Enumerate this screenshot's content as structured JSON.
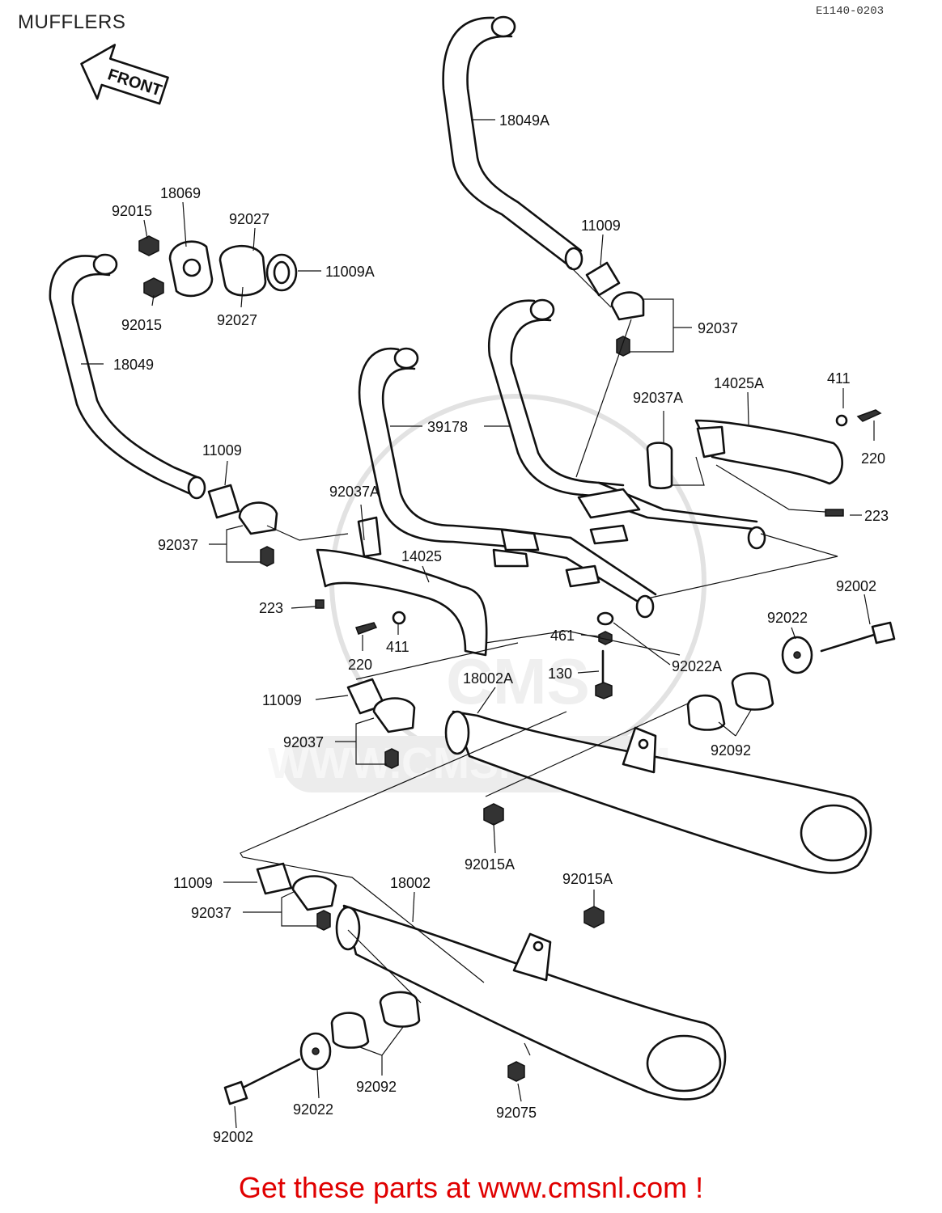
{
  "header": {
    "title": "MUFFLERS",
    "diagram_code": "E1140-0203"
  },
  "front_arrow": {
    "label": "FRONT"
  },
  "watermark": {
    "text": "WWW.CMSNL.COM",
    "logo_text": "CMS"
  },
  "callouts": [
    {
      "id": "c01",
      "label": "18049A"
    },
    {
      "id": "c02",
      "label": "18069"
    },
    {
      "id": "c03",
      "label": "92015"
    },
    {
      "id": "c04",
      "label": "92027"
    },
    {
      "id": "c05",
      "label": "11009A"
    },
    {
      "id": "c06",
      "label": "92015"
    },
    {
      "id": "c07",
      "label": "92027"
    },
    {
      "id": "c08",
      "label": "11009"
    },
    {
      "id": "c09",
      "label": "92037"
    },
    {
      "id": "c10",
      "label": "18049"
    },
    {
      "id": "c11",
      "label": "14025A"
    },
    {
      "id": "c12",
      "label": "411"
    },
    {
      "id": "c13",
      "label": "92037A"
    },
    {
      "id": "c14",
      "label": "39178"
    },
    {
      "id": "c15",
      "label": "220"
    },
    {
      "id": "c16",
      "label": "11009"
    },
    {
      "id": "c17",
      "label": "92037A"
    },
    {
      "id": "c18",
      "label": "223"
    },
    {
      "id": "c19",
      "label": "92037"
    },
    {
      "id": "c20",
      "label": "14025"
    },
    {
      "id": "c21",
      "label": "92002"
    },
    {
      "id": "c22",
      "label": "223"
    },
    {
      "id": "c23",
      "label": "92022"
    },
    {
      "id": "c24",
      "label": "461"
    },
    {
      "id": "c25",
      "label": "411"
    },
    {
      "id": "c26",
      "label": "220"
    },
    {
      "id": "c27",
      "label": "92022A"
    },
    {
      "id": "c28",
      "label": "130"
    },
    {
      "id": "c29",
      "label": "18002A"
    },
    {
      "id": "c30",
      "label": "11009"
    },
    {
      "id": "c31",
      "label": "92037"
    },
    {
      "id": "c32",
      "label": "92092"
    },
    {
      "id": "c33",
      "label": "92015A"
    },
    {
      "id": "c34",
      "label": "11009"
    },
    {
      "id": "c35",
      "label": "18002"
    },
    {
      "id": "c36",
      "label": "92015A"
    },
    {
      "id": "c37",
      "label": "92037"
    },
    {
      "id": "c38",
      "label": "92092"
    },
    {
      "id": "c39",
      "label": "92022"
    },
    {
      "id": "c40",
      "label": "92075"
    },
    {
      "id": "c41",
      "label": "92002"
    }
  ],
  "footer": {
    "link_text": "Get these parts at www.cmsnl.com !",
    "link_color": "#e00000"
  }
}
